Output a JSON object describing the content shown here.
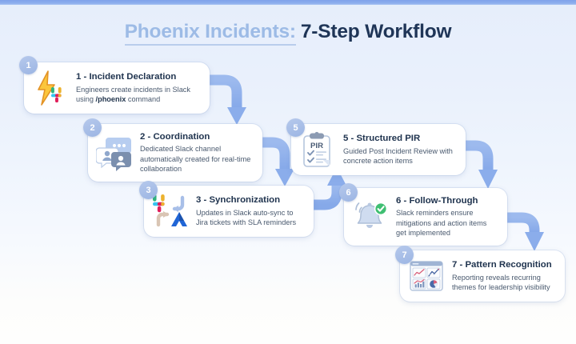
{
  "title": {
    "highlight": "Phoenix Incidents:",
    "main": "7-Step Workflow"
  },
  "colors": {
    "top_bar": "#8fb0ee",
    "title_highlight": "#9dbbe6",
    "title_main": "#1f3557",
    "badge": "#9cb5e3",
    "arrow": "#8badeb",
    "card_background": "#ffffff"
  },
  "steps": [
    {
      "number": "1",
      "title": "1 - Incident Declaration",
      "body_pre": "Engineers create incidents in Slack using ",
      "body_bold": "/phoenix",
      "body_post": " command",
      "icon": "lightning-bolt-slack-icon"
    },
    {
      "number": "2",
      "title": "2 - Coordination",
      "body_pre": "Dedicated Slack channel automatically created for real-time collaboration",
      "body_bold": "",
      "body_post": "",
      "icon": "chat-bubbles-people-icon"
    },
    {
      "number": "3",
      "title": "3 - Synchronization",
      "body_pre": "Updates in Slack auto-sync to Jira tickets with SLA reminders",
      "body_bold": "",
      "body_post": "",
      "icon": "slack-jira-sync-icon"
    },
    {
      "number": "5",
      "title": "5 - Structured PIR",
      "body_pre": "Guided Post Incident Review with concrete action items",
      "body_bold": "",
      "body_post": "",
      "icon": "clipboard-pir-checklist-icon",
      "icon_label": "PIR"
    },
    {
      "number": "6",
      "title": "6 - Follow-Through",
      "body_pre": "Slack reminders ensure mitigations and action items get implemented",
      "body_bold": "",
      "body_post": "",
      "icon": "ringing-bell-check-icon"
    },
    {
      "number": "7",
      "title": "7 - Pattern Recognition",
      "body_pre": "Reporting reveals recurring themes for leadership visibility",
      "body_bold": "",
      "body_post": "",
      "icon": "analytics-dashboard-charts-icon"
    }
  ]
}
